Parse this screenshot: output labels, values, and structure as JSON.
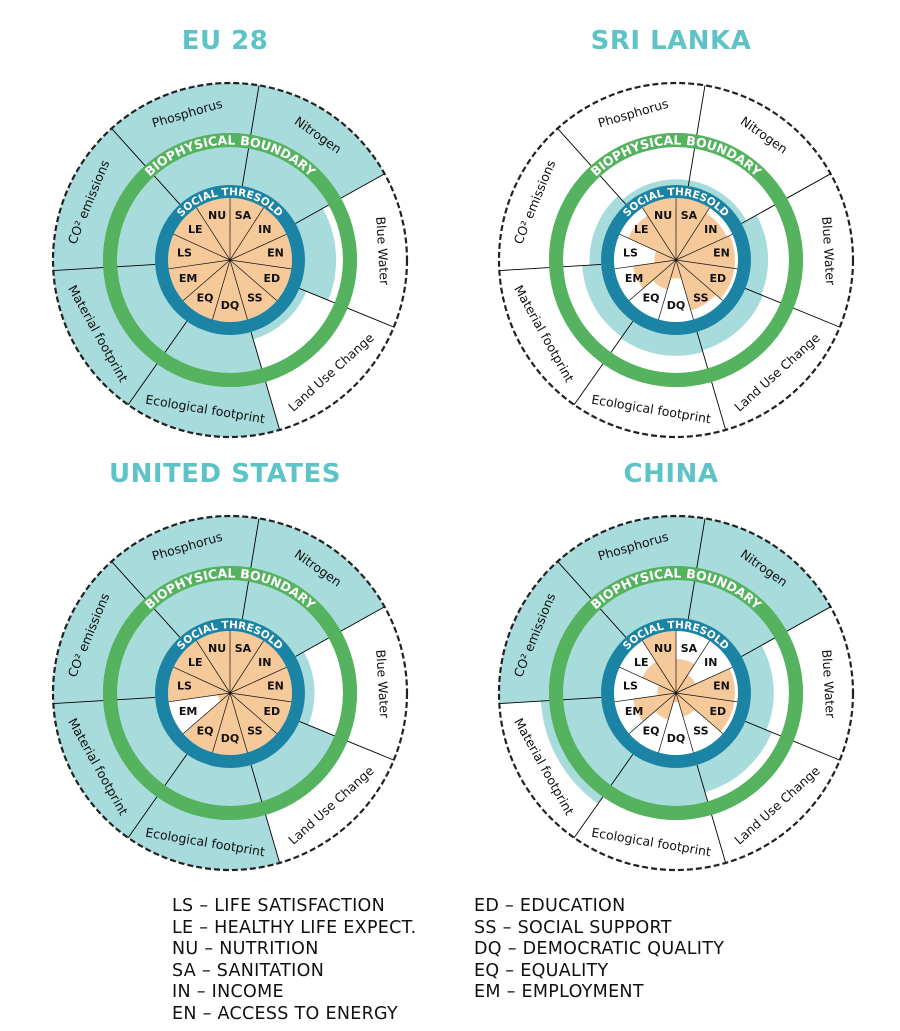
{
  "colors": {
    "title": "#5ec3c6",
    "teal_fill": "#a8dcdc",
    "green_ring": "#55b35f",
    "blue_ring": "#1b83a4",
    "orange": "#f6c99b",
    "line": "#000000"
  },
  "labels": {
    "biophysical": "BIOPHYSICAL BOUNDARY",
    "social": "SOCIAL THRESOLD"
  },
  "boundaries": [
    {
      "name": "Phosphorus"
    },
    {
      "name": "Nitrogen"
    },
    {
      "name": "Blue Water"
    },
    {
      "name": "Land Use Change"
    },
    {
      "name": "Ecological footprint"
    },
    {
      "name": "Material footprint"
    },
    {
      "name": "CO² emissions"
    }
  ],
  "social_codes": [
    "NU",
    "SA",
    "IN",
    "EN",
    "ED",
    "SS",
    "DQ",
    "EQ",
    "EM",
    "LS",
    "LE"
  ],
  "panels": [
    {
      "title": "EU 28",
      "boundary_levels": [
        2.0,
        2.0,
        0.82,
        0.2,
        2.0,
        2.0,
        2.0
      ],
      "social_levels": [
        1.0,
        1.0,
        1.0,
        1.0,
        1.0,
        1.0,
        1.0,
        1.0,
        1.0,
        1.0,
        1.0
      ]
    },
    {
      "title": "SRI LANKA",
      "boundary_levels": [
        0.15,
        0.15,
        0.45,
        0.5,
        0.55,
        0.5,
        0.3
      ],
      "social_levels": [
        1.0,
        1.0,
        0.9,
        0.95,
        0.95,
        0.85,
        0.3,
        0.5,
        0.7,
        0.35,
        0.85
      ]
    },
    {
      "title": "UNITED STATES",
      "boundary_levels": [
        2.0,
        2.0,
        0.25,
        1.15,
        2.0,
        2.0,
        2.0
      ],
      "social_levels": [
        1.0,
        1.0,
        1.0,
        1.0,
        1.0,
        1.0,
        1.0,
        1.0,
        0.2,
        1.0,
        1.0
      ]
    },
    {
      "title": "CHINA",
      "boundary_levels": [
        2.0,
        2.0,
        0.6,
        0.75,
        1.12,
        1.35,
        2.0
      ],
      "social_levels": [
        1.0,
        0.55,
        0.35,
        0.95,
        0.95,
        0.4,
        0.15,
        0.45,
        0.7,
        0.3,
        0.6
      ]
    }
  ],
  "legend": {
    "left": [
      "LS – LIFE SATISFACTION",
      "LE – HEALTHY LIFE EXPECT.",
      "NU – NUTRITION",
      "SA – SANITATION",
      "IN – INCOME",
      "EN – ACCESS TO ENERGY"
    ],
    "right": [
      "ED – EDUCATION",
      "SS – SOCIAL SUPPORT",
      "DQ – DEMOCRATIC QUALITY",
      "EQ – EQUALITY",
      "EM – EMPLOYMENT"
    ]
  }
}
